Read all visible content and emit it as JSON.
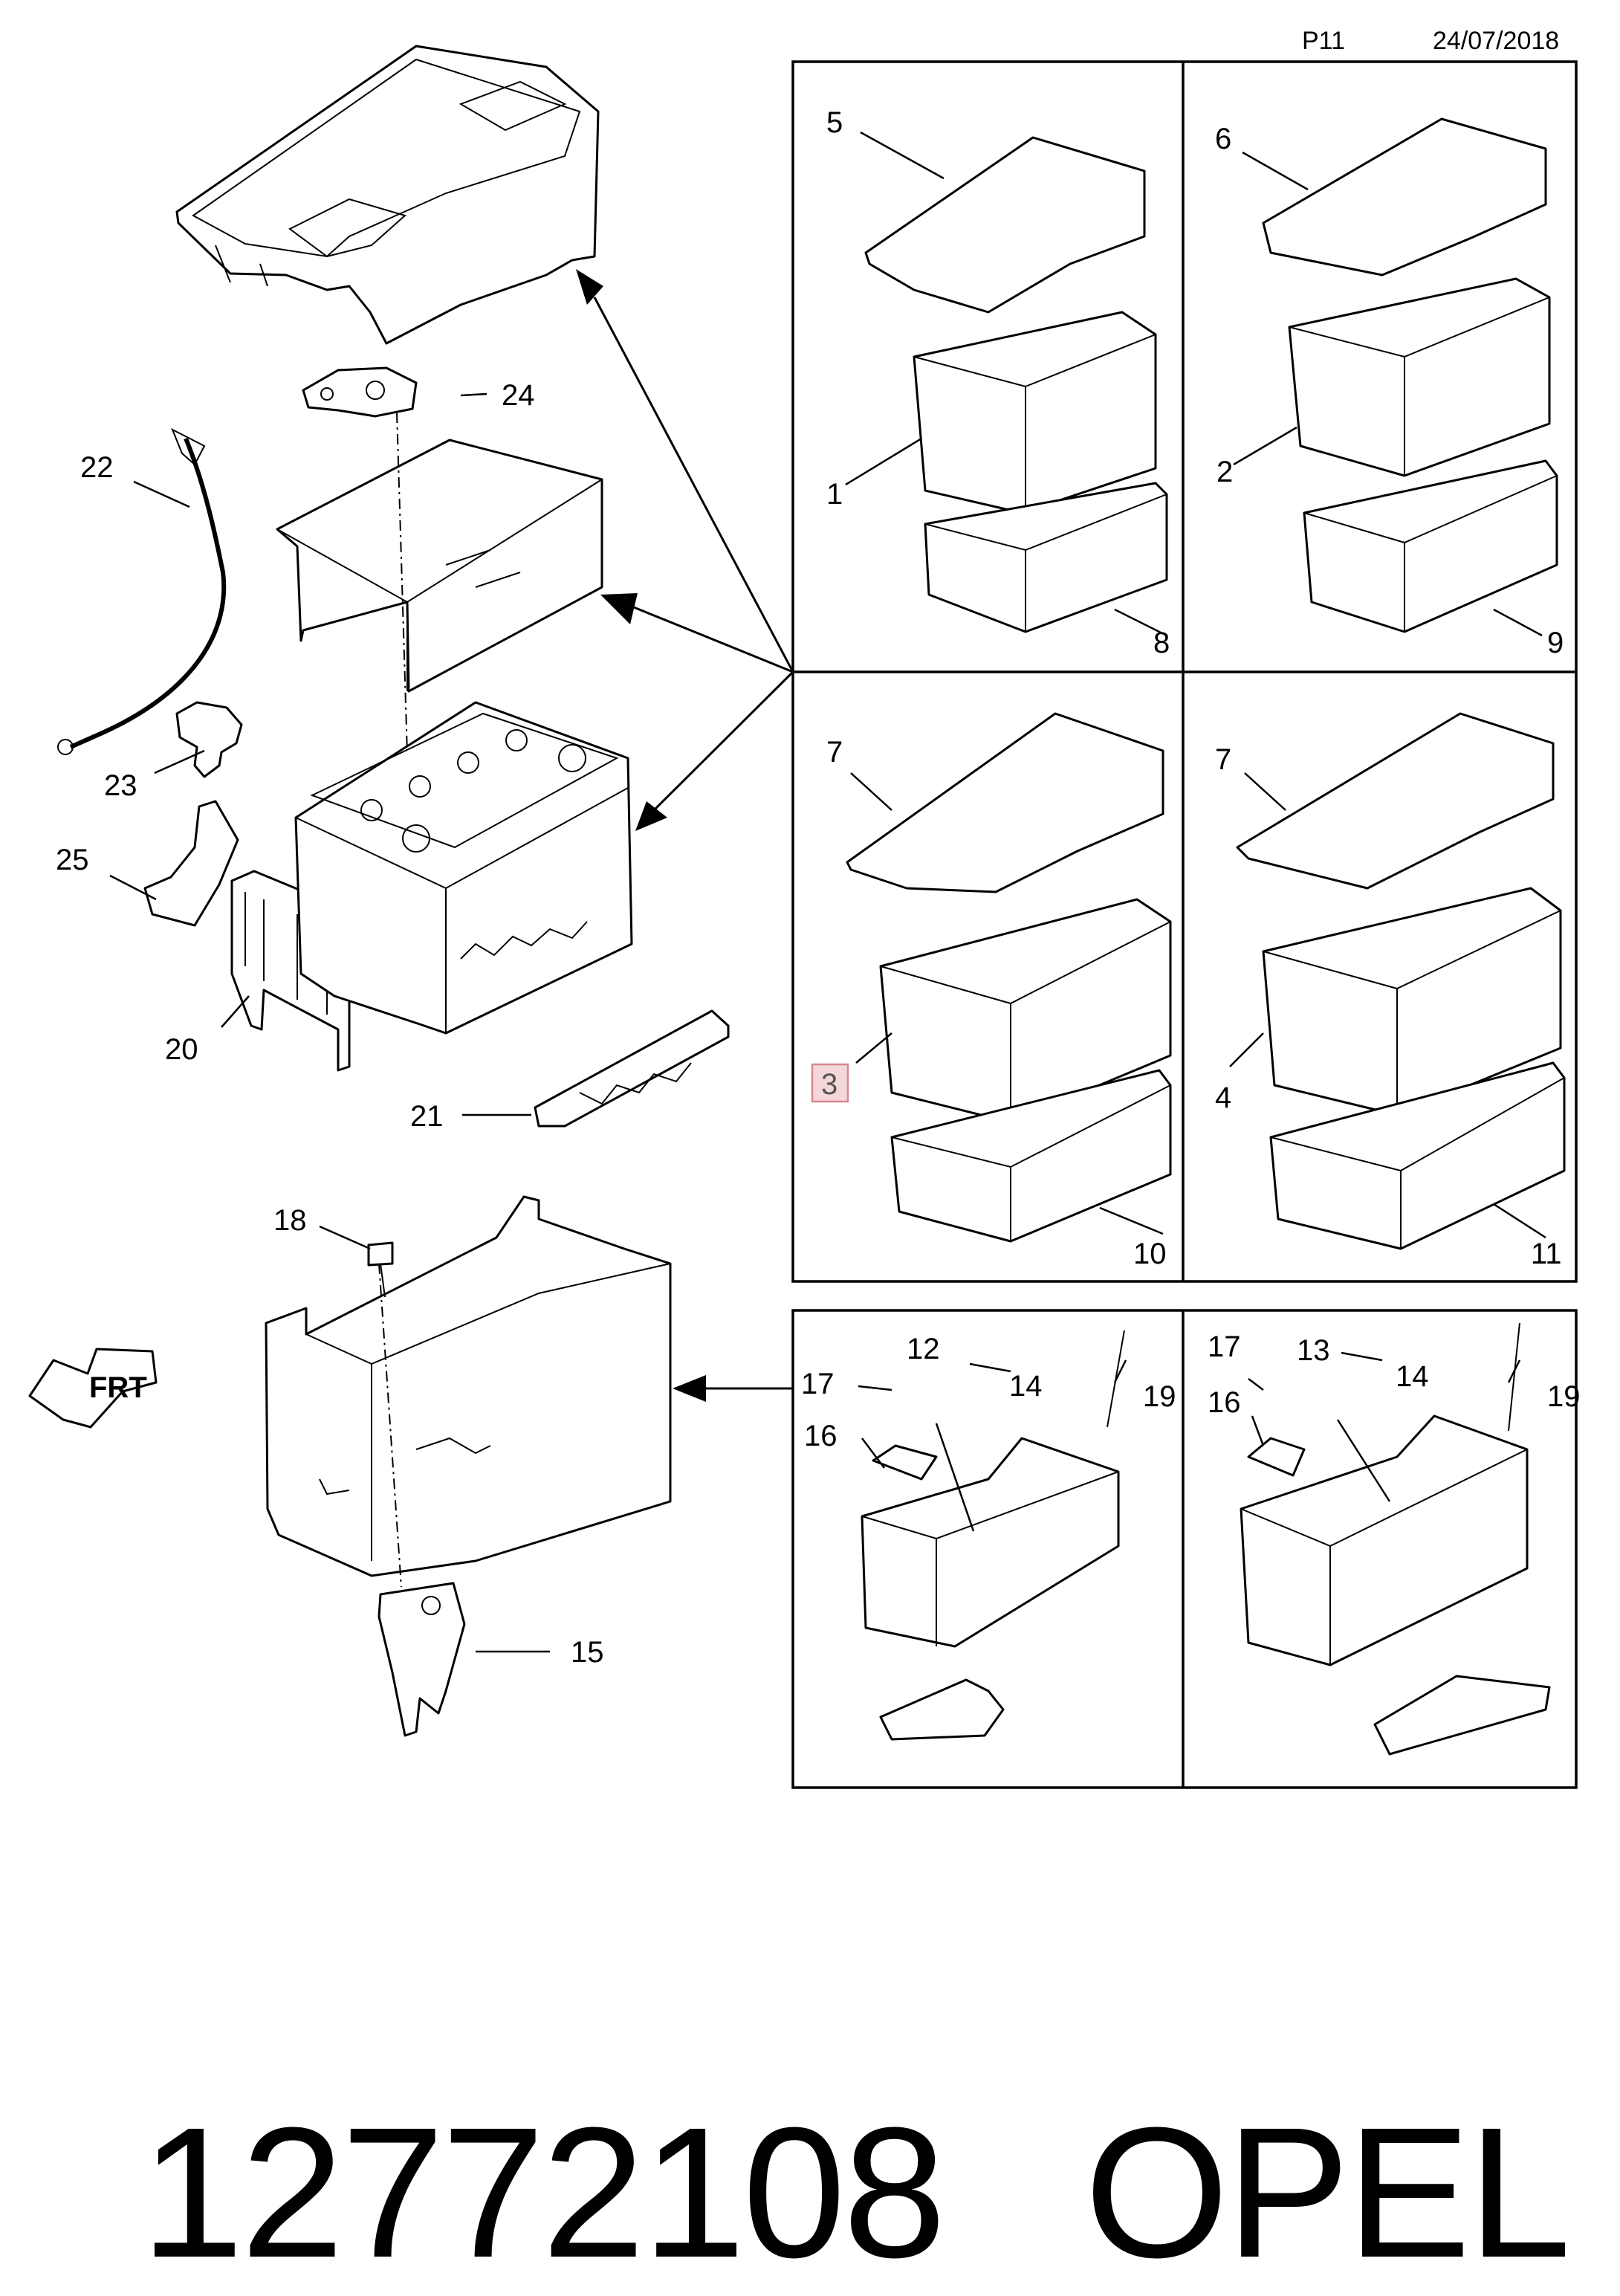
{
  "header": {
    "page": "P11",
    "date": "24/07/2018"
  },
  "footer": {
    "part_number": "12772108",
    "brand": "OPEL"
  },
  "orientation_label": "FRT",
  "highlighted_callout": "3",
  "callouts": {
    "c1": "1",
    "c2": "2",
    "c3": "3",
    "c4": "4",
    "c5": "5",
    "c6": "6",
    "c7a": "7",
    "c7b": "7",
    "c8": "8",
    "c9": "9",
    "c10": "10",
    "c11": "11",
    "c12": "12",
    "c13": "13",
    "c14a": "14",
    "c14b": "14",
    "c15": "15",
    "c16a": "16",
    "c16b": "16",
    "c17a": "17",
    "c17b": "17",
    "c18": "18",
    "c19a": "19",
    "c19b": "19",
    "c20": "20",
    "c21": "21",
    "c22": "22",
    "c23": "23",
    "c24": "24",
    "c25": "25"
  },
  "colors": {
    "line": "#000000",
    "highlight_fill": "#f4d7d9",
    "highlight_stroke": "#d9888f"
  }
}
